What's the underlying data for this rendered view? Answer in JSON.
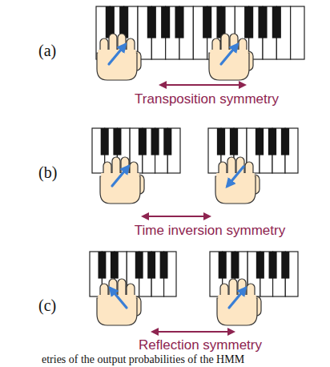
{
  "diagram": {
    "caption": "etries of the output probabilities of the HMM",
    "labels": [
      "(a)",
      "Transposition symmetry",
      "(b)",
      "Time inversion symmetry",
      "(c)",
      "Reflection symmetry"
    ]
  }
}
